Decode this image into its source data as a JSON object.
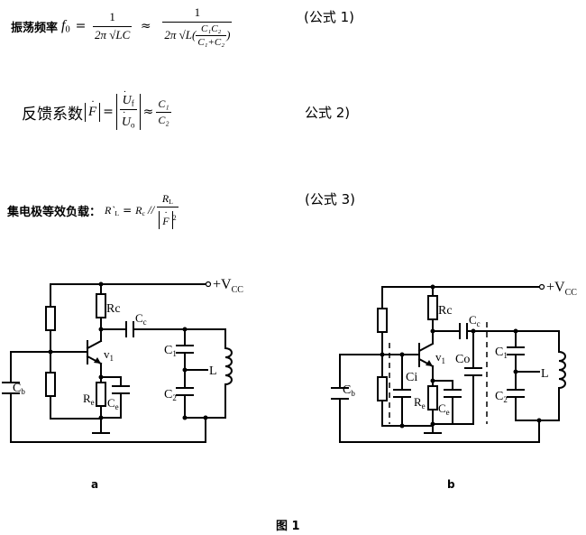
{
  "formula1": {
    "label": "振荡频率",
    "f": "f",
    "f_sub": "0",
    "eq": "=",
    "approx": "≈",
    "num": "1",
    "den_lc": "2π √LC",
    "den_full_prefix": "2π √",
    "den_L": "L(",
    "den_num": "C₁C₂",
    "den_den": "C₁+C₂",
    "den_close": ")",
    "tag": "(公式 1)"
  },
  "formula2": {
    "label": "反馈系数",
    "F": "F",
    "eq": "=",
    "uf": "U",
    "uf_sub": "f",
    "uo": "U",
    "uo_sub": "o",
    "approx": "≈",
    "c1": "C₁",
    "c2": "C₂",
    "tag": "公式 2)"
  },
  "formula3": {
    "label": "集电极等效负载：",
    "lhs": "R`",
    "lhs_sub": "L",
    "eq": "=",
    "rc": "R",
    "rc_sub": "c",
    "par": "//",
    "rl": "R",
    "rl_sub": "L",
    "F": "F",
    "sq": "2",
    "tag": "(公式 3)"
  },
  "circuit_a": {
    "vcc": "+V",
    "vcc_sub": "CC",
    "rc": "Rc",
    "cc": "C",
    "cc_sub": "c",
    "v1": "v",
    "v1_sub": "1",
    "c1": "C",
    "c1_sub": "1",
    "c2": "C",
    "c2_sub": "2",
    "l": "L",
    "cb": "C",
    "cb_sub": "b",
    "re": "R",
    "re_sub": "e",
    "ce": "C",
    "ce_sub": "e",
    "caption": "a"
  },
  "circuit_b": {
    "vcc": "+V",
    "vcc_sub": "CC",
    "rc": "Rc",
    "cc": "C",
    "cc_sub": "c",
    "v1": "v",
    "v1_sub": "1",
    "ci": "Ci",
    "co": "Co",
    "c1": "C",
    "c1_sub": "1",
    "c2": "C",
    "c2_sub": "2",
    "l": "L",
    "cb": "C",
    "cb_sub": "b",
    "re": "R",
    "re_sub": "e",
    "ce": "C",
    "ce_sub": "e",
    "caption": "b"
  },
  "figure_caption": "图 1"
}
